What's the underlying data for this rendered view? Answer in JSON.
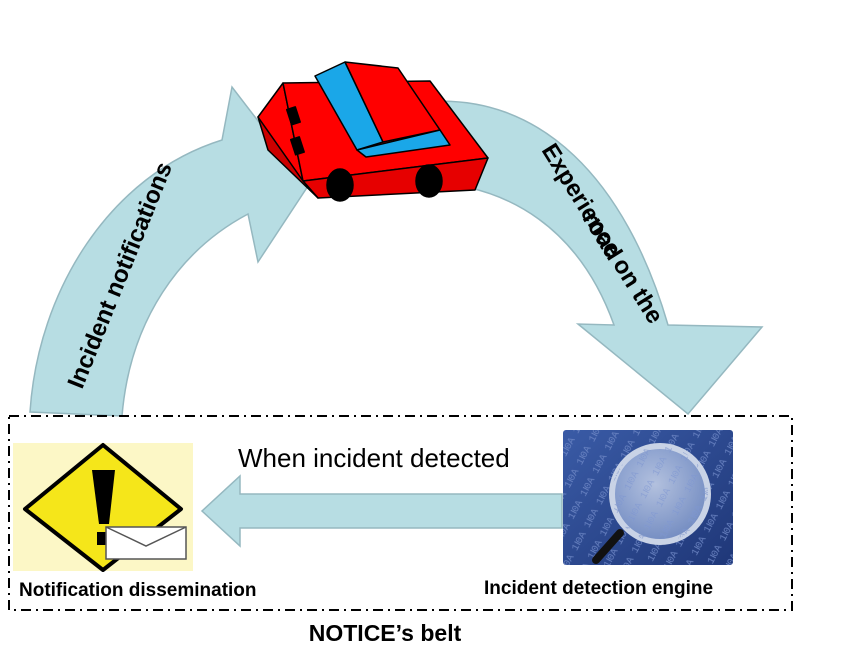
{
  "diagram": {
    "arc_left_label": "Incident notifications",
    "arc_right_label_line1": "Experience on the",
    "arc_right_label_line2": "road",
    "when_detected_label": "When incident detected",
    "notification_label": "Notification dissemination",
    "engine_label": "Incident detection engine",
    "belt_title": "NOTICE’s belt"
  },
  "colors": {
    "arrow_fill": "#b7dde3",
    "arrow_stroke": "#95b8c0",
    "car_body": "#ff0000",
    "car_window": "#1aa7e8",
    "sign_yellow": "#f5e61a",
    "sign_bg": "#fcf7c6",
    "engine_bg": "#2c4b93"
  },
  "icons": {
    "vehicle": "car-icon",
    "warning": "warning-sign-icon",
    "mail": "envelope-icon",
    "search": "magnifier-icon"
  }
}
